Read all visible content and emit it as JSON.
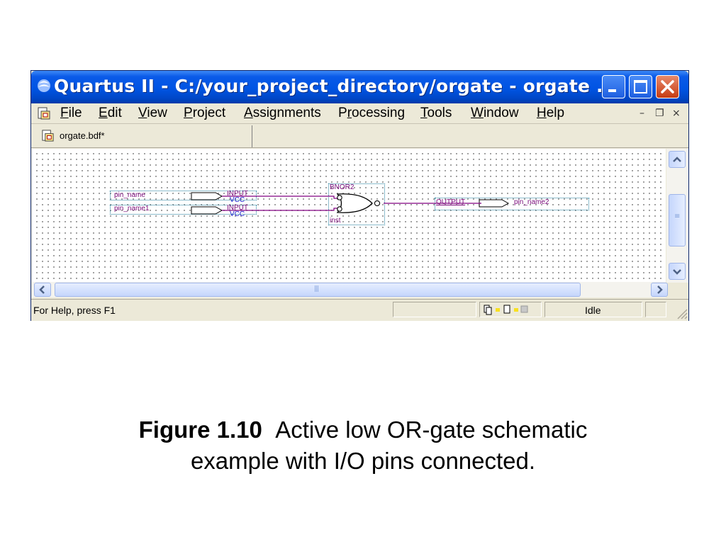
{
  "window": {
    "title": "Quartus II - C:/your_project_directory/orgate - orgate ...",
    "app_icon": "quartus-icon",
    "controls": [
      "minimize-icon",
      "maximize-icon",
      "close-icon"
    ]
  },
  "menubar": {
    "icon": "bdf-file-icon",
    "items": [
      {
        "label": "File",
        "mnemonic": "F",
        "rest": "ile"
      },
      {
        "label": "Edit",
        "mnemonic": "E",
        "rest": "dit"
      },
      {
        "label": "View",
        "mnemonic": "V",
        "rest": "iew"
      },
      {
        "label": "Project",
        "mnemonic": "P",
        "rest": "roject"
      },
      {
        "label": "Assignments",
        "mnemonic": "A",
        "rest": "ssignments"
      },
      {
        "label": "Processing",
        "pre": "P",
        "mnemonic": "r",
        "rest": "ocessing"
      },
      {
        "label": "Tools",
        "mnemonic": "T",
        "rest": "ools"
      },
      {
        "label": "Window",
        "mnemonic": "W",
        "rest": "indow"
      },
      {
        "label": "Help",
        "mnemonic": "H",
        "rest": "elp"
      }
    ],
    "mdi": {
      "minimize": "–",
      "restore": "❐",
      "close": "×"
    }
  },
  "tab": {
    "label": "orgate.bdf*",
    "icon": "bdf-file-icon"
  },
  "schematic": {
    "input1": {
      "name": "pin_name",
      "type": "INPUT",
      "default": "VCC"
    },
    "input2": {
      "name": "pin_name1",
      "type": "INPUT",
      "default": "VCC"
    },
    "gate": {
      "type": "BNOR2",
      "instance": "inst"
    },
    "output": {
      "type": "OUTPUT",
      "name": "pin_name2"
    },
    "colors": {
      "wire": "#800080",
      "label": "#7a0a7a",
      "vcc": "#2020d0",
      "box": "#1a7a9a"
    }
  },
  "scrollbars": {
    "vertical": {
      "up": "arrow-up-icon",
      "down": "arrow-down-icon",
      "grip": "≡"
    },
    "horizontal": {
      "left": "arrow-left-icon",
      "right": "arrow-right-icon",
      "grip": "|||"
    }
  },
  "status": {
    "help": "For Help, press F1",
    "state": "Idle"
  },
  "caption": {
    "label": "Figure 1.10",
    "text": "Active low OR-gate schematic",
    "line2": "example with I/O pins connected."
  }
}
